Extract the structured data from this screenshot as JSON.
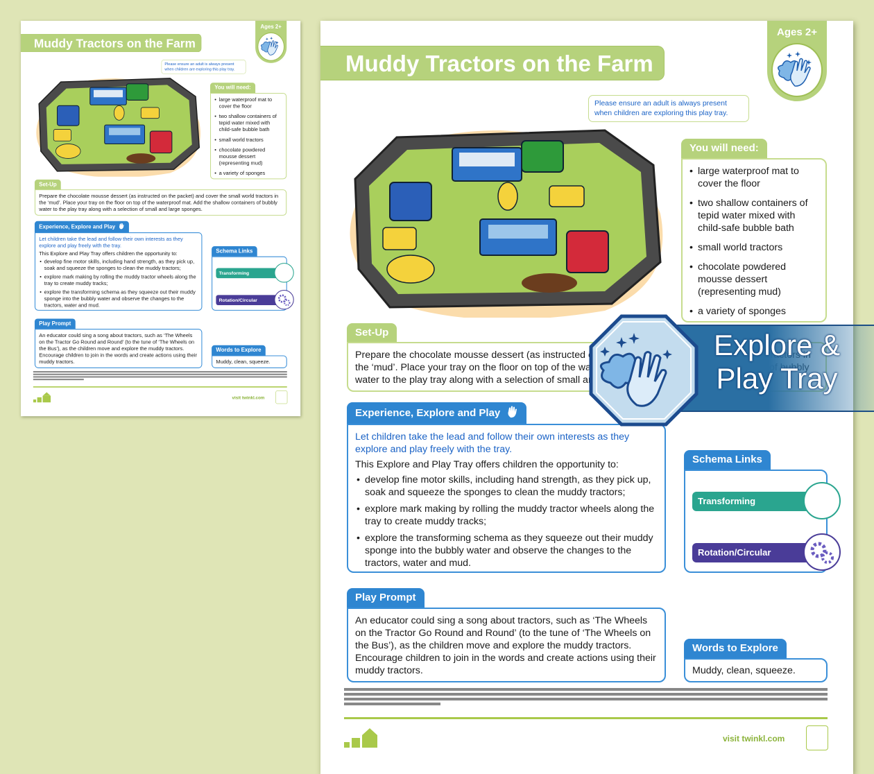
{
  "worksheet": {
    "title": "Muddy Tractors on the Farm",
    "ages": "Ages 2+",
    "safety_note": "Please ensure an adult is always present when children are exploring this play tray.",
    "you_will_need": {
      "title": "You will need:",
      "items": [
        "large waterproof mat to cover the floor",
        "two shallow containers of tepid water mixed with child-safe bubble bath",
        "small world tractors",
        "chocolate powdered mousse dessert (representing mud)",
        "a variety of sponges"
      ]
    },
    "setup": {
      "title": "Set-Up",
      "text": "Prepare the chocolate mousse dessert (as instructed on the packet) and cover the small world tractors in the ‘mud’. Place your tray on the floor on top of the waterproof mat. Add the shallow containers of bubbly water to the play tray along with a selection of small and large sponges."
    },
    "experience": {
      "title": "Experience, Explore and Play",
      "lead": "Let children take the lead and follow their own interests as they explore and play freely with the tray.",
      "intro": "This Explore and Play Tray offers children the opportunity to:",
      "bullets": [
        "develop fine motor skills, including hand strength, as they pick up, soak and squeeze the sponges to clean the muddy tractors;",
        "explore mark making by rolling the muddy tractor wheels along the tray to create muddy tracks;",
        "explore the transforming schema as they squeeze out their muddy sponge into the bubbly water and observe the changes to the tractors, water and mud."
      ]
    },
    "schema": {
      "title": "Schema Links",
      "items": [
        {
          "label": "Transforming",
          "color": "#2aa58f"
        },
        {
          "label": "Rotation/Circular",
          "color": "#4a3c98"
        }
      ]
    },
    "play_prompt": {
      "title": "Play Prompt",
      "text": "An educator could sing a song about tractors, such as ‘The Wheels on the Tractor Go Round and Round’ (to the tune of ‘The Wheels on the Bus’), as the children move and explore the muddy tractors. Encourage children to join in the words and create actions using their muddy tractors."
    },
    "words": {
      "title": "Words to Explore",
      "text": "Muddy, clean, squeeze."
    },
    "footer": {
      "link": "visit twinkl.com"
    }
  },
  "banner": {
    "line1": "Explore &",
    "line2": "Play Tray",
    "color": "#2a6fa3"
  },
  "colors": {
    "green": "#b6d27c",
    "blue": "#2f86d1",
    "background": "#dfe5b6"
  }
}
